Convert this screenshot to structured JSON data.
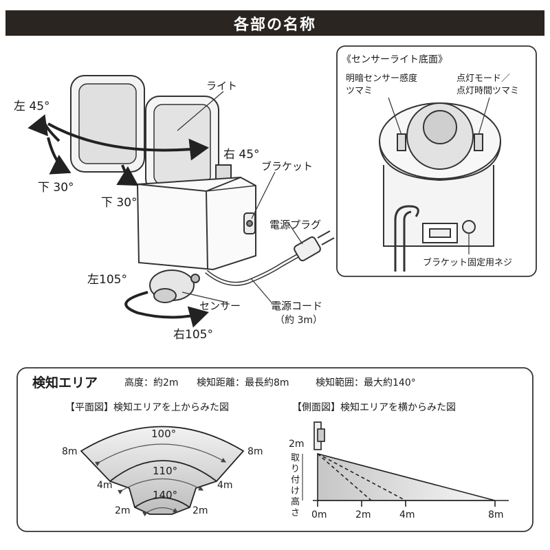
{
  "title": "各部の名称",
  "product": {
    "light": "ライト",
    "bracket": "ブラケット",
    "power_plug": "電源プラグ",
    "power_cord": "電源コード",
    "power_cord_len": "（約 3m）",
    "sensor": "センサー",
    "left45": "左 45°",
    "right45": "右 45°",
    "down30a": "下 30°",
    "down30b": "下 30°",
    "left105": "左105°",
    "right105": "右105°"
  },
  "bottom_view": {
    "title": "《センサーライト底面》",
    "brightness_knob_1": "明暗センサー感度",
    "brightness_knob_2": "ツマミ",
    "mode_knob_1": "点灯モード／",
    "mode_knob_2": "点灯時間ツマミ",
    "screw": "ブラケット固定用ネジ"
  },
  "detection": {
    "title": "検知エリア",
    "height": "高度：約2m",
    "distance": "検知距離：最長約8m",
    "range": "検知範囲：最大約140°",
    "plan_title": "【平面図】検知エリアを上からみた図",
    "side_title": "【側面図】検知エリアを横からみた図",
    "plan": {
      "angle_outer": "100°",
      "angle_mid": "110°",
      "angle_inner": "140°",
      "d8_left": "8m",
      "d8_right": "8m",
      "d4_left": "4m",
      "d4_right": "4m",
      "d2_left": "2m",
      "d2_right": "2m"
    },
    "side": {
      "height_label": "2m",
      "mount_height": [
        "取",
        "り",
        "付",
        "け",
        "高",
        "さ"
      ],
      "ticks": [
        "0m",
        "2m",
        "4m",
        "8m"
      ]
    }
  }
}
